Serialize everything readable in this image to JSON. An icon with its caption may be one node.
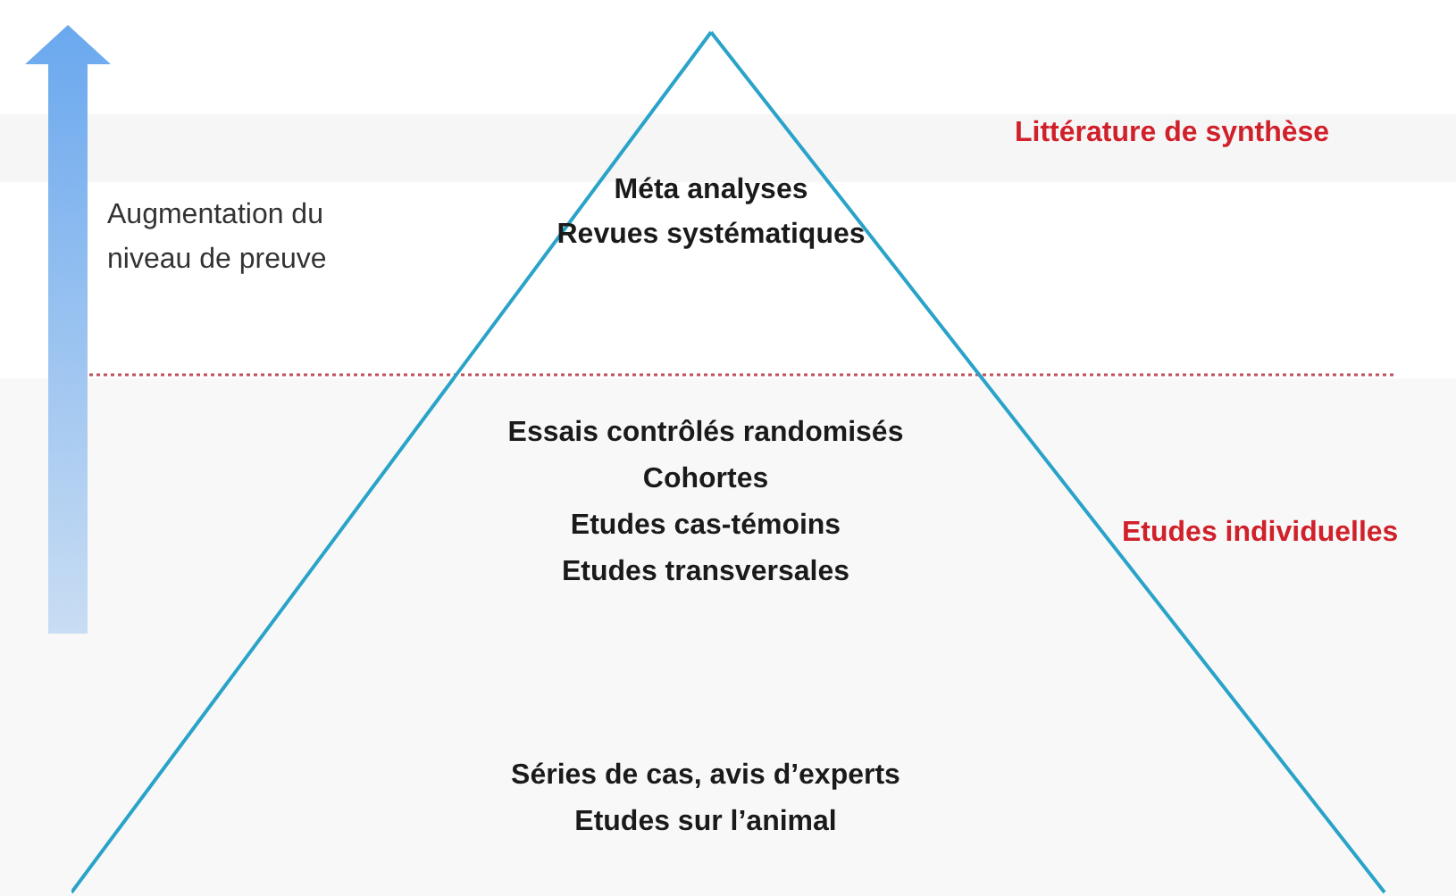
{
  "diagram": {
    "nodes": [
      {
        "text": [
          "Méta analyses",
          "Revues systématiques",
          "Essais contrôlés randomisés",
          "Cohortes",
          "Etudes cas-témoins",
          "Etudes transversales",
          "Séries de cas, avis d’experts",
          "Etudes sur l’animal"
        ]
      }
    ],
    "labels": [
      "Littérature de synthèse",
      "Augmentation du niveau de preuve",
      "Etudes individuelles"
    ]
  }
}
